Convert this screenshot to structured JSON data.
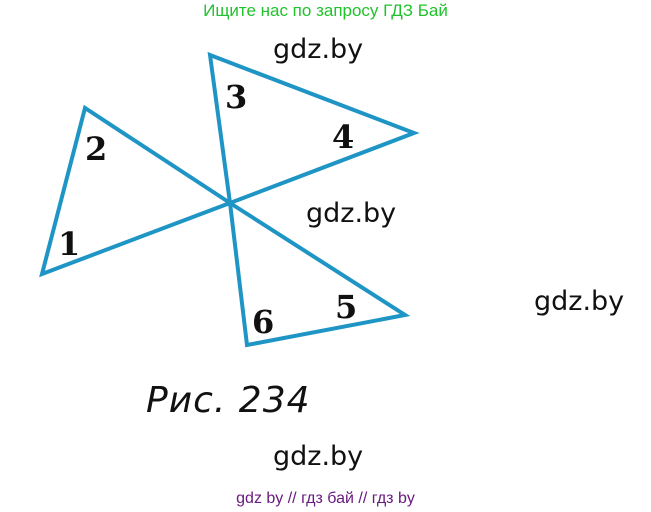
{
  "banner": "Ищите нас по запросу ГДЗ Бай",
  "watermarks": [
    "gdz.by",
    "gdz.by",
    "gdz.by",
    "gdz.by"
  ],
  "angle_labels": [
    "1",
    "2",
    "3",
    "4",
    "5",
    "6"
  ],
  "caption": "Рис. 234",
  "footer": "gdz by  //  гдз бай  //  гдз by",
  "colors": {
    "line": "#1e95c4",
    "banner": "#21c22c",
    "footer": "#6a1b80"
  }
}
